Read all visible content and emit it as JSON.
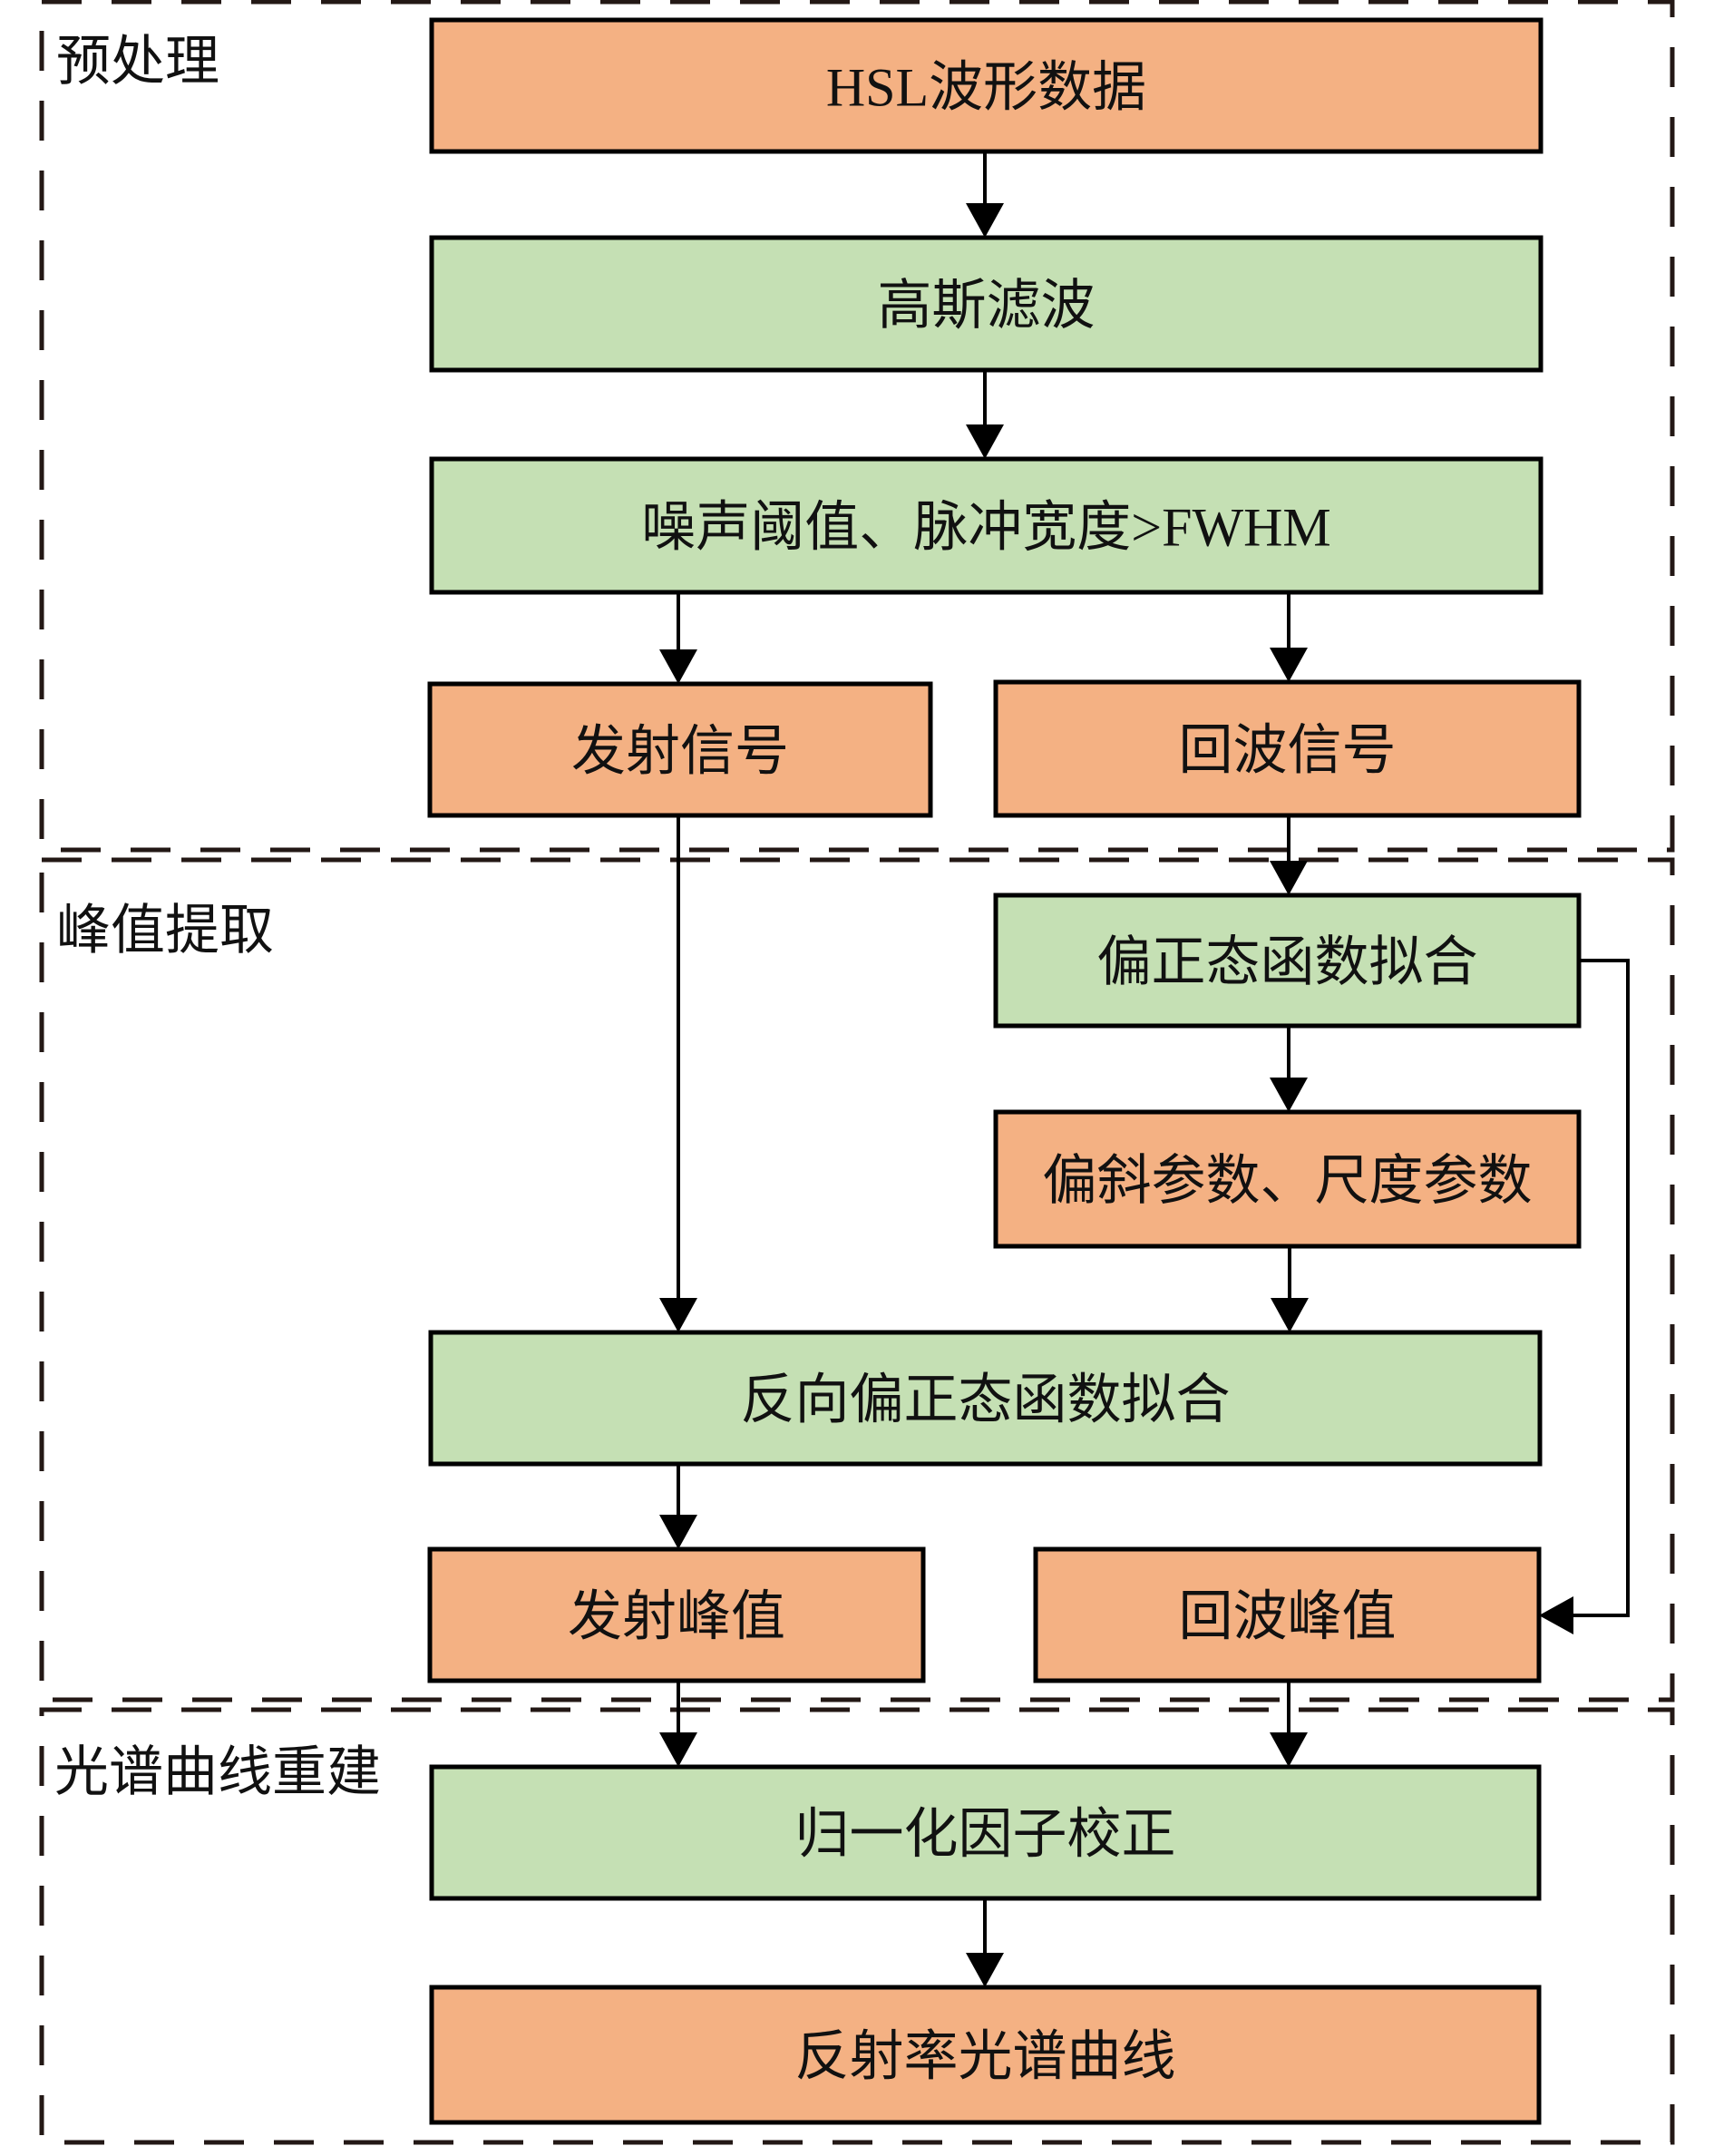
{
  "colors": {
    "orange": "#F4B183",
    "green": "#C5E0B4",
    "stroke": "#000000",
    "dash": "#231815"
  },
  "sections": [
    {
      "id": "preprocess",
      "label": "预处理"
    },
    {
      "id": "peak",
      "label": "峰值提取"
    },
    {
      "id": "spectrum",
      "label": "光谱曲线重建"
    }
  ],
  "nodes": {
    "hsl_data": {
      "label": "HSL波形数据",
      "fill": "orange"
    },
    "gauss": {
      "label": "高斯滤波",
      "fill": "green"
    },
    "threshold": {
      "label": "噪声阈值、脉冲宽度>FWHM",
      "fill": "green"
    },
    "emit_signal": {
      "label": "发射信号",
      "fill": "orange"
    },
    "echo_signal": {
      "label": "回波信号",
      "fill": "orange"
    },
    "skew_fit": {
      "label": "偏正态函数拟合",
      "fill": "green"
    },
    "params": {
      "label": "偏斜参数、尺度参数",
      "fill": "orange"
    },
    "inverse_fit": {
      "label": "反向偏正态函数拟合",
      "fill": "green"
    },
    "emit_peak": {
      "label": "发射峰值",
      "fill": "orange"
    },
    "echo_peak": {
      "label": "回波峰值",
      "fill": "orange"
    },
    "normalize": {
      "label": "归一化因子校正",
      "fill": "green"
    },
    "reflect": {
      "label": "反射率光谱曲线",
      "fill": "orange"
    }
  },
  "edges": [
    {
      "from": "hsl_data",
      "to": "gauss"
    },
    {
      "from": "gauss",
      "to": "threshold"
    },
    {
      "from": "threshold",
      "to": "emit_signal"
    },
    {
      "from": "threshold",
      "to": "echo_signal"
    },
    {
      "from": "echo_signal",
      "to": "skew_fit"
    },
    {
      "from": "skew_fit",
      "to": "params"
    },
    {
      "from": "emit_signal",
      "to": "inverse_fit"
    },
    {
      "from": "params",
      "to": "inverse_fit"
    },
    {
      "from": "skew_fit",
      "to": "echo_peak"
    },
    {
      "from": "inverse_fit",
      "to": "emit_peak"
    },
    {
      "from": "emit_peak",
      "to": "normalize"
    },
    {
      "from": "echo_peak",
      "to": "normalize"
    },
    {
      "from": "normalize",
      "to": "reflect"
    }
  ]
}
